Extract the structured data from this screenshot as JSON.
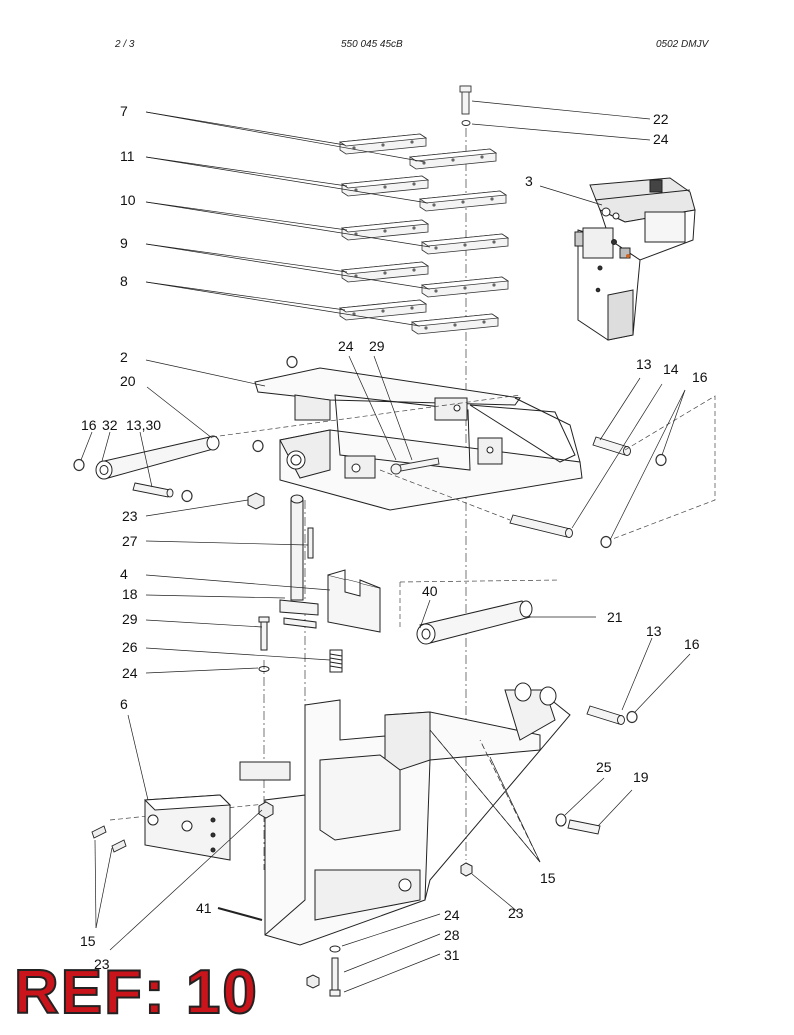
{
  "header": {
    "page": "2 /   3",
    "document_code": "550 045 45cB",
    "revision": "0502 DMJV"
  },
  "reference": "REF: 10",
  "callouts": [
    {
      "id": "c-7",
      "text": "7"
    },
    {
      "id": "c-11",
      "text": "11"
    },
    {
      "id": "c-10",
      "text": "10"
    },
    {
      "id": "c-9",
      "text": "9"
    },
    {
      "id": "c-8",
      "text": "8"
    },
    {
      "id": "c-22",
      "text": "22"
    },
    {
      "id": "c-24a",
      "text": "24"
    },
    {
      "id": "c-3",
      "text": "3"
    },
    {
      "id": "c-2",
      "text": "2"
    },
    {
      "id": "c-24b",
      "text": "24"
    },
    {
      "id": "c-29a",
      "text": "29"
    },
    {
      "id": "c-13a",
      "text": "13"
    },
    {
      "id": "c-14",
      "text": "14"
    },
    {
      "id": "c-16a",
      "text": "16"
    },
    {
      "id": "c-20",
      "text": "20"
    },
    {
      "id": "c-16b",
      "text": "16"
    },
    {
      "id": "c-32",
      "text": "32"
    },
    {
      "id": "c-1330",
      "text": "13,30"
    },
    {
      "id": "c-23a",
      "text": "23"
    },
    {
      "id": "c-27",
      "text": "27"
    },
    {
      "id": "c-4",
      "text": "4"
    },
    {
      "id": "c-18",
      "text": "18"
    },
    {
      "id": "c-40",
      "text": "40"
    },
    {
      "id": "c-21",
      "text": "21"
    },
    {
      "id": "c-29b",
      "text": "29"
    },
    {
      "id": "c-13b",
      "text": "13"
    },
    {
      "id": "c-16c",
      "text": "16"
    },
    {
      "id": "c-26",
      "text": "26"
    },
    {
      "id": "c-24c",
      "text": "24"
    },
    {
      "id": "c-6",
      "text": "6"
    },
    {
      "id": "c-25",
      "text": "25"
    },
    {
      "id": "c-19",
      "text": "19"
    },
    {
      "id": "c-15a",
      "text": "15"
    },
    {
      "id": "c-41",
      "text": "41"
    },
    {
      "id": "c-23b",
      "text": "23"
    },
    {
      "id": "c-24d",
      "text": "24"
    },
    {
      "id": "c-28",
      "text": "28"
    },
    {
      "id": "c-31",
      "text": "31"
    },
    {
      "id": "c-15b",
      "text": "15"
    },
    {
      "id": "c-23c",
      "text": "23"
    }
  ]
}
